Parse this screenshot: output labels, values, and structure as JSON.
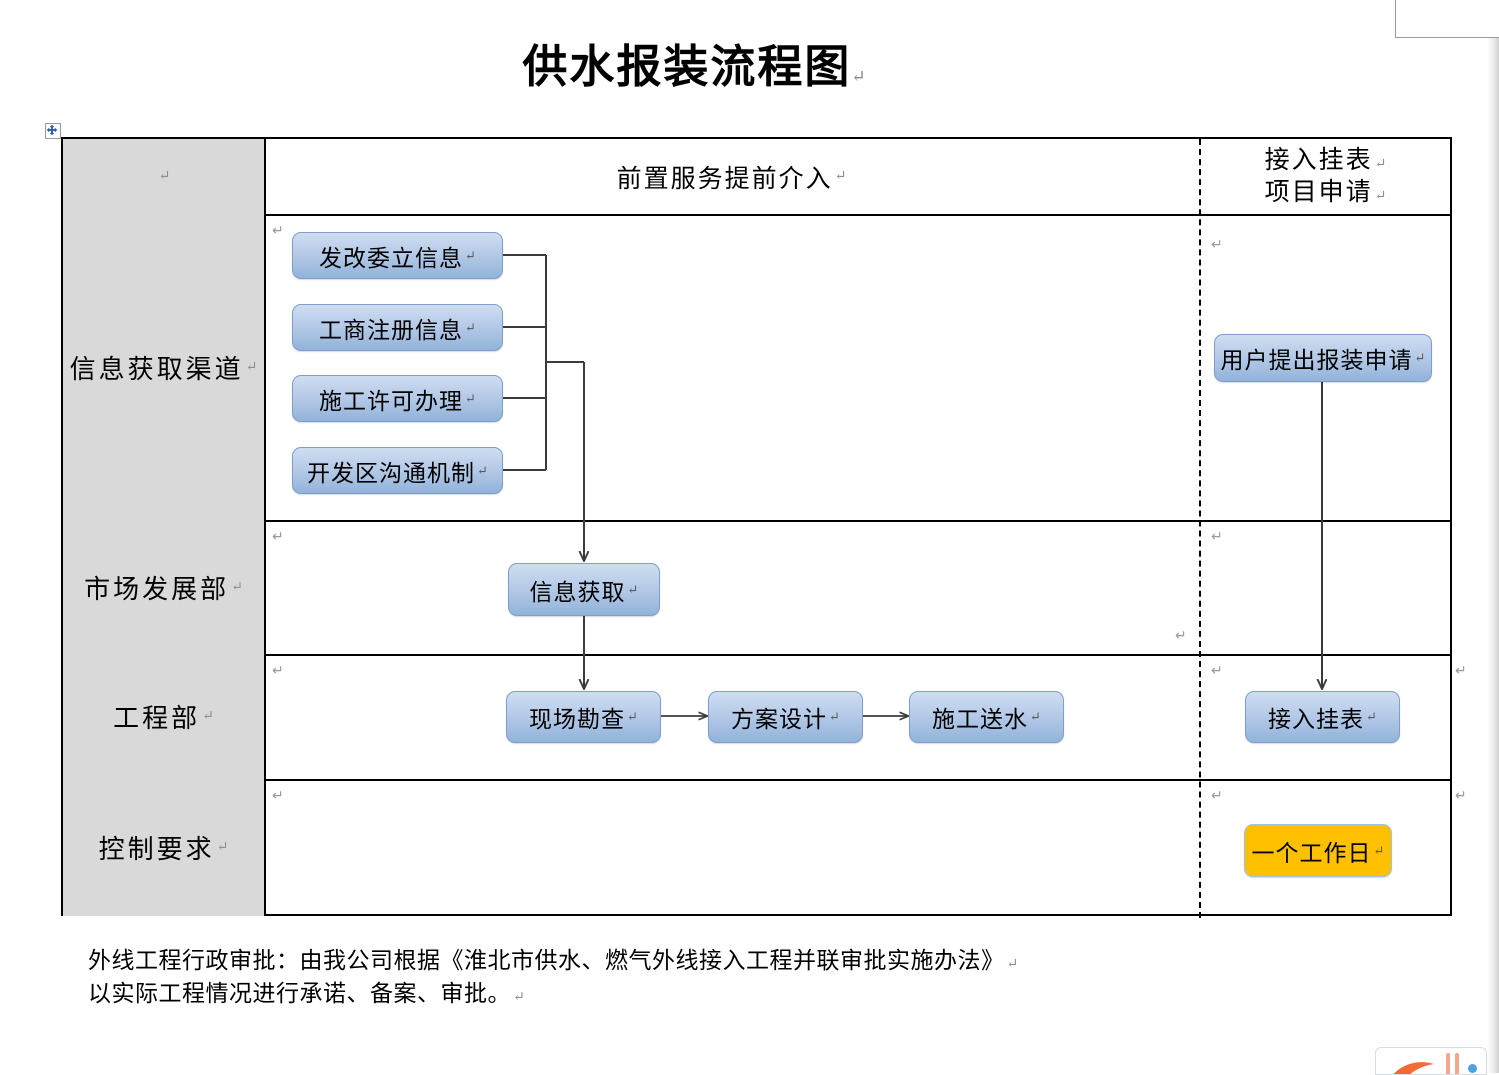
{
  "document": {
    "title": "供水报装流程图",
    "pilcrow": "↵"
  },
  "table": {
    "header": {
      "corner_label": "",
      "left_phase": "前置服务提前介入",
      "right_phase_line1": "接入挂表",
      "right_phase_line2": "项目申请"
    },
    "rows": [
      {
        "label": "信息获取渠道"
      },
      {
        "label": "市场发展部"
      },
      {
        "label": "工程部"
      },
      {
        "label": "控制要求"
      }
    ]
  },
  "nodes": {
    "source_channels": [
      {
        "label": "发改委立信息"
      },
      {
        "label": "工商注册信息"
      },
      {
        "label": "施工许可办理"
      },
      {
        "label": "开发区沟通机制"
      }
    ],
    "user_application": "用户提出报装申请",
    "information_acquisition": "信息获取",
    "engineering": [
      {
        "label": "现场勘查"
      },
      {
        "label": "方案设计"
      },
      {
        "label": "施工送水"
      }
    ],
    "meter_connection": "接入挂表",
    "control_requirement": "一个工作日"
  },
  "footer": {
    "line1": "外线工程行政审批：由我公司根据《淮北市供水、燃气外线接入工程并联审批实施办法》",
    "line2": "以实际工程情况进行承诺、备案、审批。"
  },
  "colors": {
    "box_fill_top": "#cfddf1",
    "box_fill_bottom": "#92b3da",
    "box_border": "#7d9fc9",
    "gold_fill": "#ffc000",
    "label_cell_fill": "#d9d9d9",
    "table_border": "#000000",
    "connector": "#404040"
  }
}
